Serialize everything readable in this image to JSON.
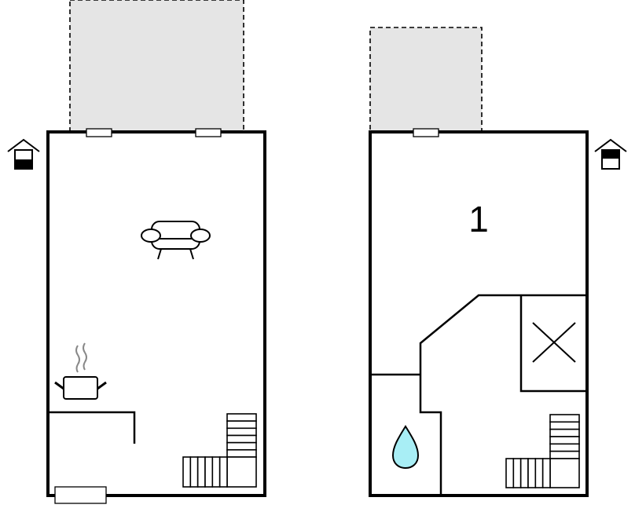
{
  "floor_plans": [
    {
      "name": "ground-floor",
      "rooms": []
    },
    {
      "name": "upper-floor",
      "rooms": [
        {
          "label": "1"
        }
      ]
    }
  ],
  "icons": [
    "entrance-house-icon",
    "sofa-icon",
    "cooking-pot-icon",
    "stairs-icon",
    "water-drop-icon",
    "void-cross-icon"
  ],
  "colors": {
    "balcony": "#e5e5e5",
    "water": "#a8eef5",
    "steam": "#888888"
  }
}
